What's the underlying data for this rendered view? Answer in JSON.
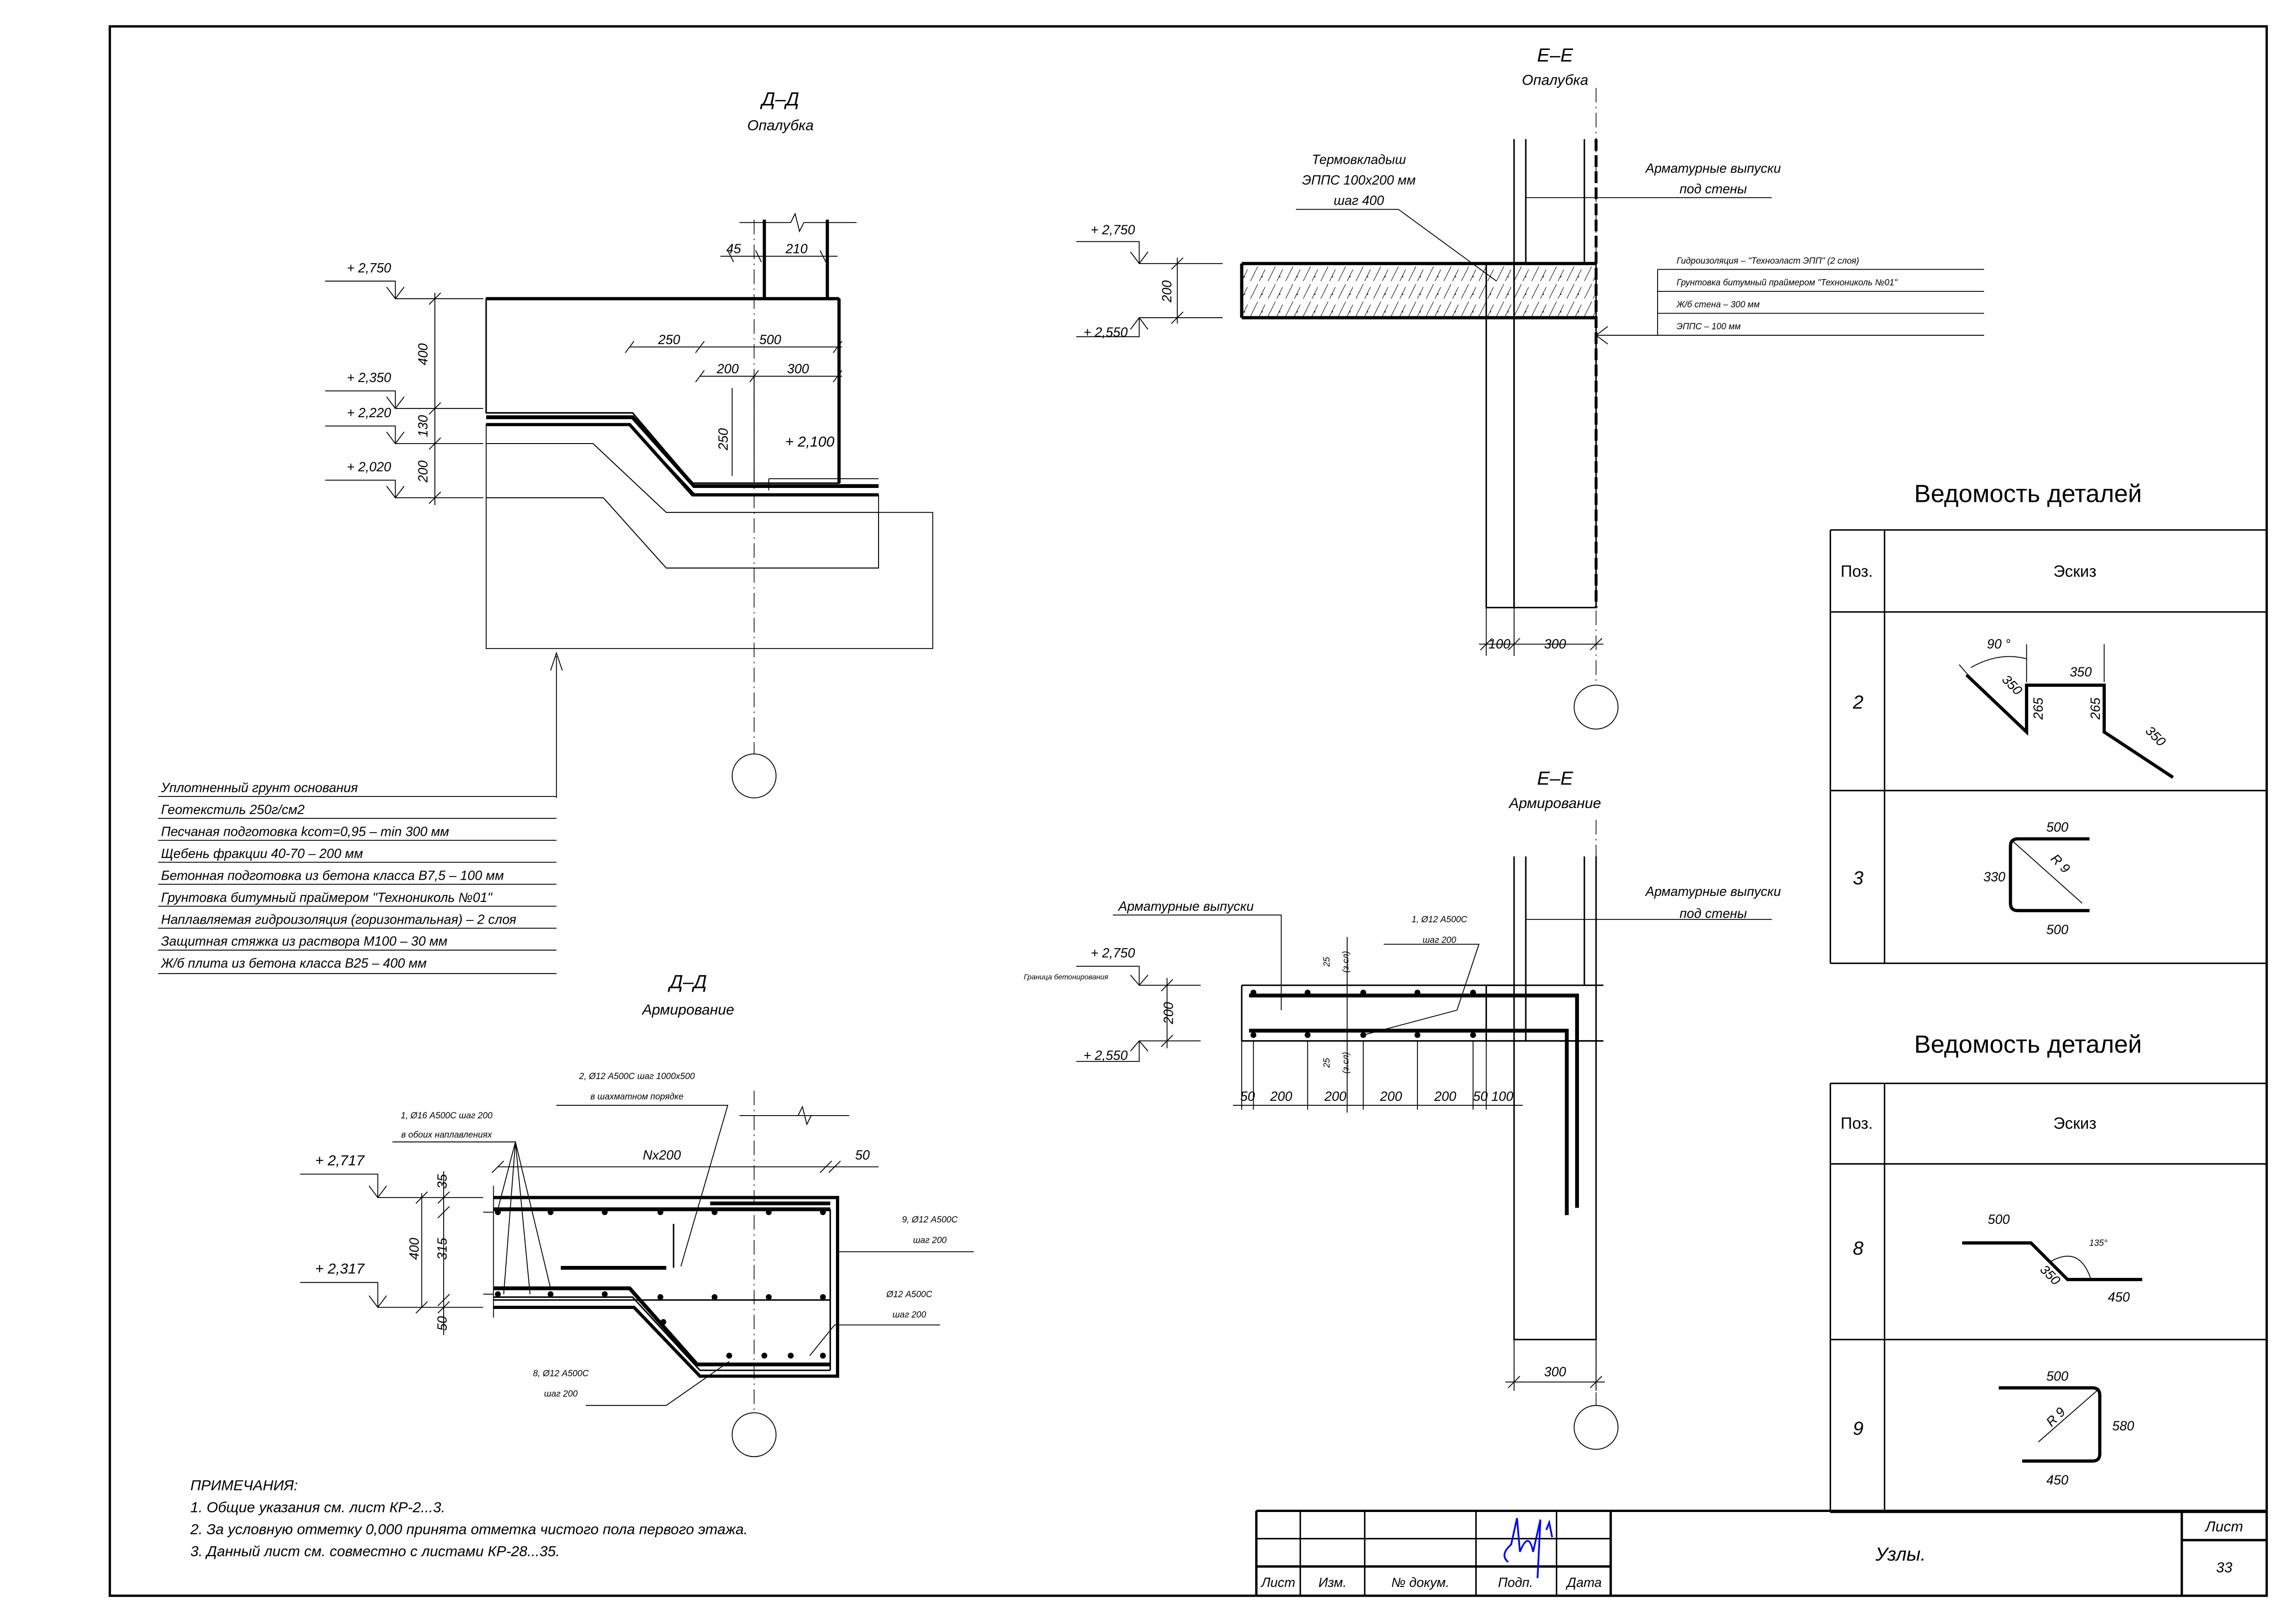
{
  "sections": {
    "dd_formwork": {
      "title": "Д–Д",
      "subtitle": "Опалубка",
      "levels": [
        "+ 2,750",
        "+ 2,350",
        "+ 2,220",
        "+ 2,020",
        "+ 2,100"
      ],
      "dims": [
        "400",
        "130",
        "200",
        "45",
        "210",
        "250",
        "500",
        "200",
        "300",
        "250"
      ]
    },
    "dd_layers": [
      "Уплотненный грунт основания",
      "Геотекстиль 250г/см2",
      "Песчаная подготовка kсom=0,95 – min 300 мм",
      "Щебень фракции 40-70 – 200 мм",
      "Бетонная подготовка из бетона класса В7,5 – 100 мм",
      "Грунтовка битумный праймером \"Технониколь №01\"",
      "Наплавляемая гидроизоляция (горизонтальная) – 2 слоя",
      "Защитная стяжка из раствора М100 – 30 мм",
      "Ж/б плита из бетона класса В25 – 400 мм"
    ],
    "dd_reinf": {
      "title": "Д–Д",
      "subtitle": "Армирование",
      "levels": [
        "+ 2,717",
        "+ 2,317"
      ],
      "dims": [
        "35",
        "315",
        "50",
        "400",
        "Nx200",
        "50"
      ],
      "notes": [
        "1, Ø16 А500С шаг 200",
        "в обоих наплавлениях",
        "2, Ø12 А500С шаг 1000х500",
        "в шахматном порядке",
        "9, Ø12 А500С",
        "шаг 200",
        "Ø12 А500С",
        "шаг 200",
        "8, Ø12 А500С",
        "шаг 200"
      ]
    },
    "ee_formwork": {
      "title": "Е–Е",
      "subtitle": "Опалубка",
      "levels": [
        "+ 2,750",
        "+ 2,550"
      ],
      "dims": [
        "200",
        "100",
        "300"
      ],
      "insert": [
        "Термовкладыш",
        "ЭППС 100х200 мм",
        "шаг 400"
      ],
      "outlets": [
        "Арматурные выпуски",
        "под стены"
      ],
      "layers": [
        "Гидроизоляция – \"Техноэласт ЭПП\" (2 слоя)",
        "Грунтовка битумный праймером \"Технониколь №01\"",
        "Ж/б стена – 300 мм",
        "ЭППС – 100 мм"
      ]
    },
    "ee_reinf": {
      "title": "Е–Е",
      "subtitle": "Армирование",
      "levels": [
        "+ 2,750",
        "+ 2,550"
      ],
      "boundary": "Граница бетонирования",
      "dims": [
        "200",
        "25",
        "(з.сл)",
        "25",
        "(з.сл)",
        "50",
        "200",
        "200",
        "200",
        "200",
        "50",
        "100",
        "300"
      ],
      "outlets_left": "Арматурные выпуски",
      "bar": [
        "1, Ø12 А500С",
        "шаг 200"
      ],
      "outlets_right": [
        "Арматурные выпуски",
        "под стены"
      ]
    }
  },
  "details_1": {
    "title": "Ведомость деталей",
    "col_pos": "Поз.",
    "col_sketch": "Эскиз",
    "rows": [
      {
        "pos": "2",
        "dims": [
          "90 °",
          "350",
          "350",
          "265",
          "265",
          "350"
        ]
      },
      {
        "pos": "3",
        "dims": [
          "500",
          "330",
          "R 9",
          "500"
        ]
      }
    ]
  },
  "details_2": {
    "title": "Ведомость деталей",
    "col_pos": "Поз.",
    "col_sketch": "Эскиз",
    "rows": [
      {
        "pos": "8",
        "dims": [
          "500",
          "135°",
          "350",
          "450"
        ]
      },
      {
        "pos": "9",
        "dims": [
          "500",
          "R 9",
          "580",
          "450"
        ]
      }
    ]
  },
  "notes": {
    "title": "ПРИМЕЧАНИЯ:",
    "items": [
      "1. Общие указания см. лист КР-2...3.",
      "2. За условную отметку 0,000 принята отметка чистого пола первого этажа.",
      "3. Данный лист см. совместно с листами КР-28...35."
    ]
  },
  "title_block": {
    "cols": [
      "Лист",
      "Изм.",
      "№ докум.",
      "Подп.",
      "Дата"
    ],
    "name": "Узлы.",
    "sheet_label": "Лист",
    "sheet_no": "33",
    "signature_color": "#0000ff"
  }
}
